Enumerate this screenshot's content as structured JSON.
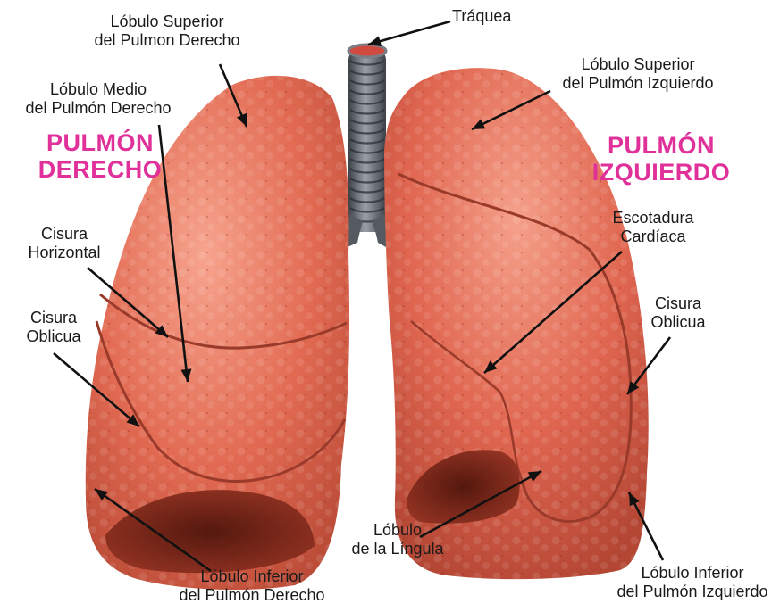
{
  "titles": {
    "right_lung": {
      "line1": "PULMÓN",
      "line2": "DERECHO"
    },
    "left_lung": {
      "line1": "PULMÓN",
      "line2": "IZQUIERDO"
    }
  },
  "labels": {
    "trachea": "Tráquea",
    "right_upper_lobe": {
      "line1": "Lóbulo Superior",
      "line2": "del Pulmon Derecho"
    },
    "right_middle_lobe": {
      "line1": "Lóbulo Medio",
      "line2": "del Pulmón Derecho"
    },
    "horizontal_fissure": {
      "line1": "Cisura",
      "line2": "Horizontal"
    },
    "right_oblique_fissure": {
      "line1": "Cisura",
      "line2": "Oblicua"
    },
    "right_lower_lobe": {
      "line1": "Lóbulo Inferior",
      "line2": "del Pulmón Derecho"
    },
    "left_upper_lobe": {
      "line1": "Lóbulo Superior",
      "line2": "del Pulmón Izquierdo"
    },
    "cardiac_notch": {
      "line1": "Escotadura",
      "line2": "Cardíaca"
    },
    "left_oblique_fissure": {
      "line1": "Cisura",
      "line2": "Oblicua"
    },
    "lingula": {
      "line1": "Lóbulo",
      "line2": "de la Língula"
    },
    "left_lower_lobe": {
      "line1": "Lóbulo Inferior",
      "line2": "del Pulmón Izquierdo"
    }
  },
  "colors": {
    "title_magenta": "#e0309a",
    "lung_base": "#e26a52",
    "lung_highlight": "#f7a48e",
    "lung_shadow": "#a8402f",
    "trachea": "#6c7078"
  }
}
